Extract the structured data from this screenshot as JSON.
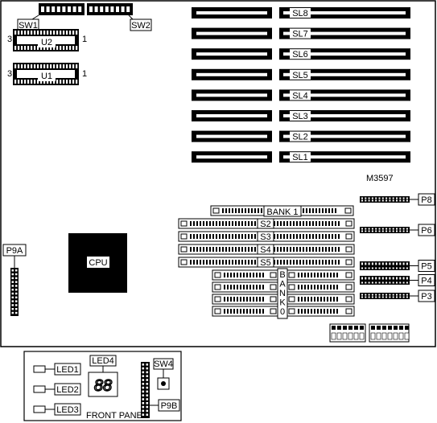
{
  "model": "M3597",
  "switches": {
    "sw1": "SW1",
    "sw2": "SW2"
  },
  "chips": {
    "u1": "U1",
    "u2": "U2",
    "pin_high": "3",
    "pin_low": "1"
  },
  "slots": [
    "SL8",
    "SL7",
    "SL6",
    "SL5",
    "SL4",
    "SL3",
    "SL2",
    "SL1"
  ],
  "memory": {
    "bank1": "BANK 1",
    "bank0_letters": [
      "B",
      "A",
      "N",
      "K",
      "0"
    ],
    "simms": [
      "S2",
      "S3",
      "S4",
      "S5"
    ]
  },
  "cpu": "CPU",
  "connectors": {
    "p8": "P8",
    "p6": "P6",
    "p5": "P5",
    "p4": "P4",
    "p3": "P3",
    "p9a": "P9A"
  },
  "front_panel": {
    "title": "FRONT PANEL",
    "leds": [
      "LED1",
      "LED2",
      "LED3"
    ],
    "led4": "LED4",
    "display": "88",
    "switch": "SW4",
    "header": "P9B"
  }
}
